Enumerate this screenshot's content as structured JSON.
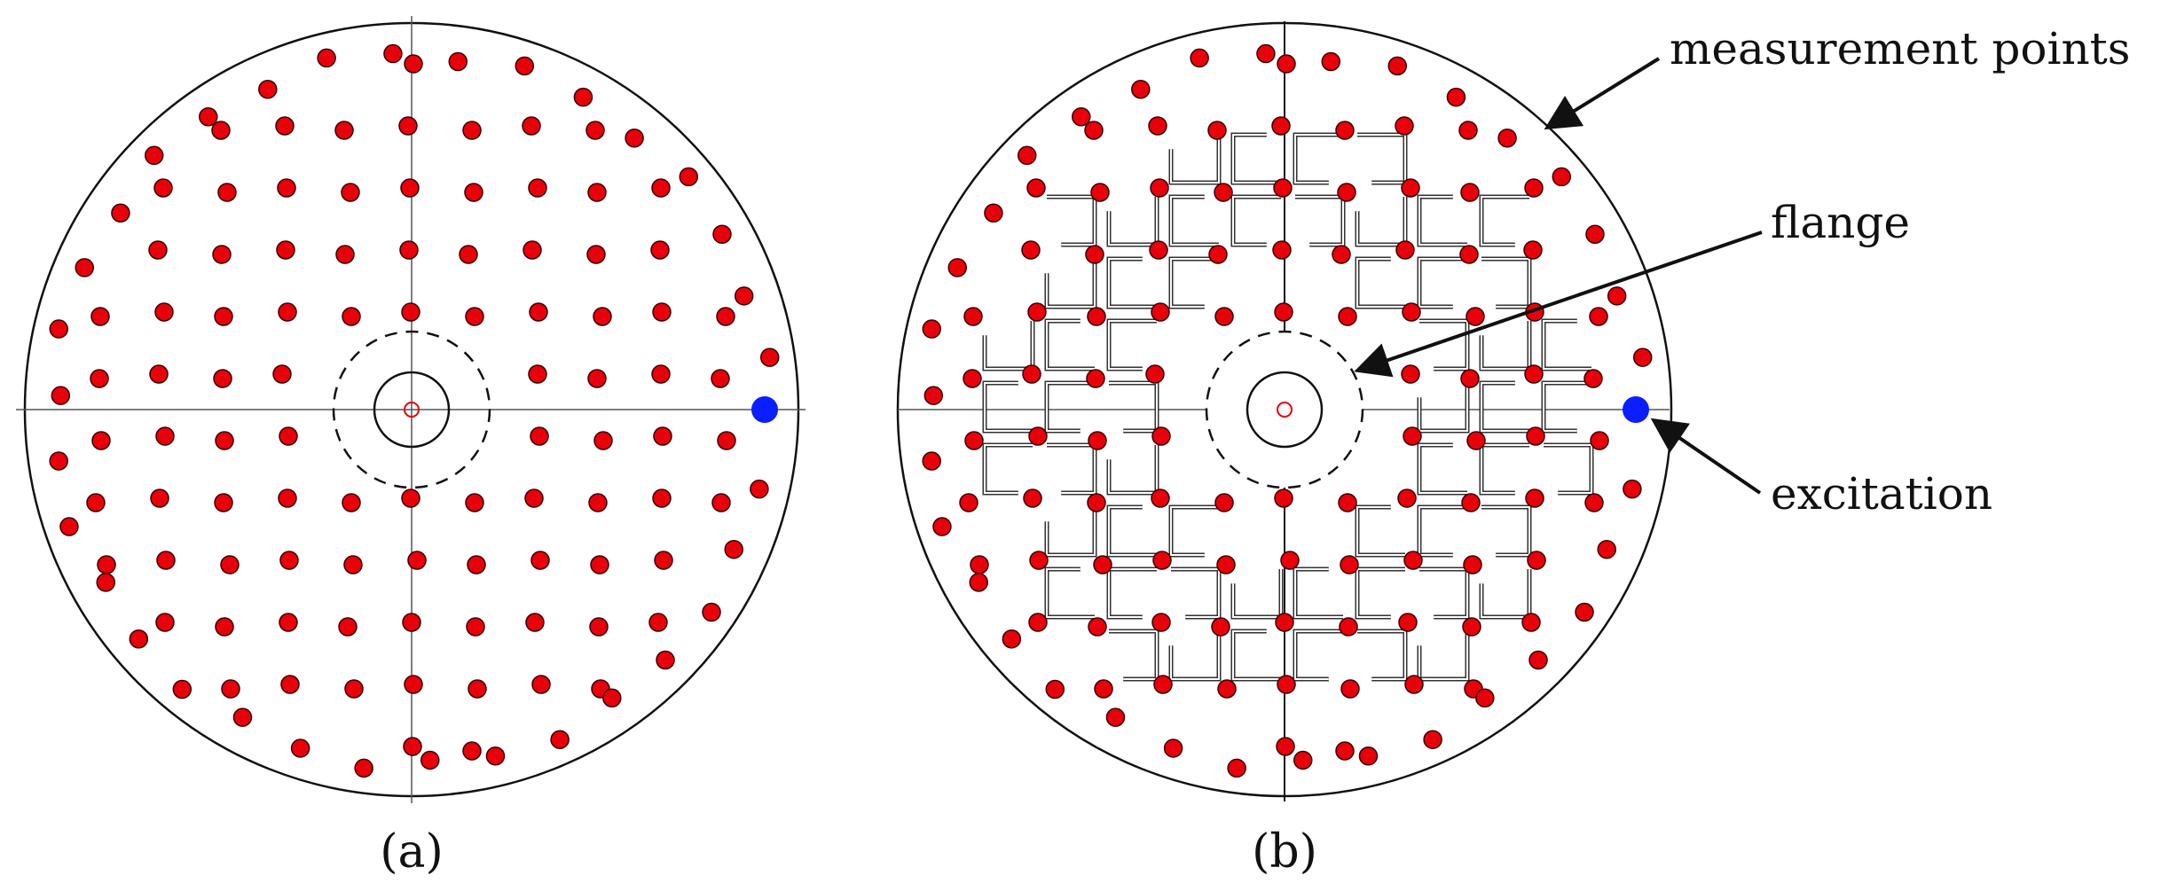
{
  "panels": [
    {
      "caption": "(a)"
    },
    {
      "caption": "(b)"
    }
  ],
  "annotations": {
    "measurement_points": "measurement points",
    "flange": "flange",
    "excitation": "excitation"
  },
  "colors": {
    "measurement_point": "#e8000a",
    "excitation_point": "#0a1eff",
    "outline": "#111111",
    "axis": "#555555",
    "slot": "#333333"
  }
}
